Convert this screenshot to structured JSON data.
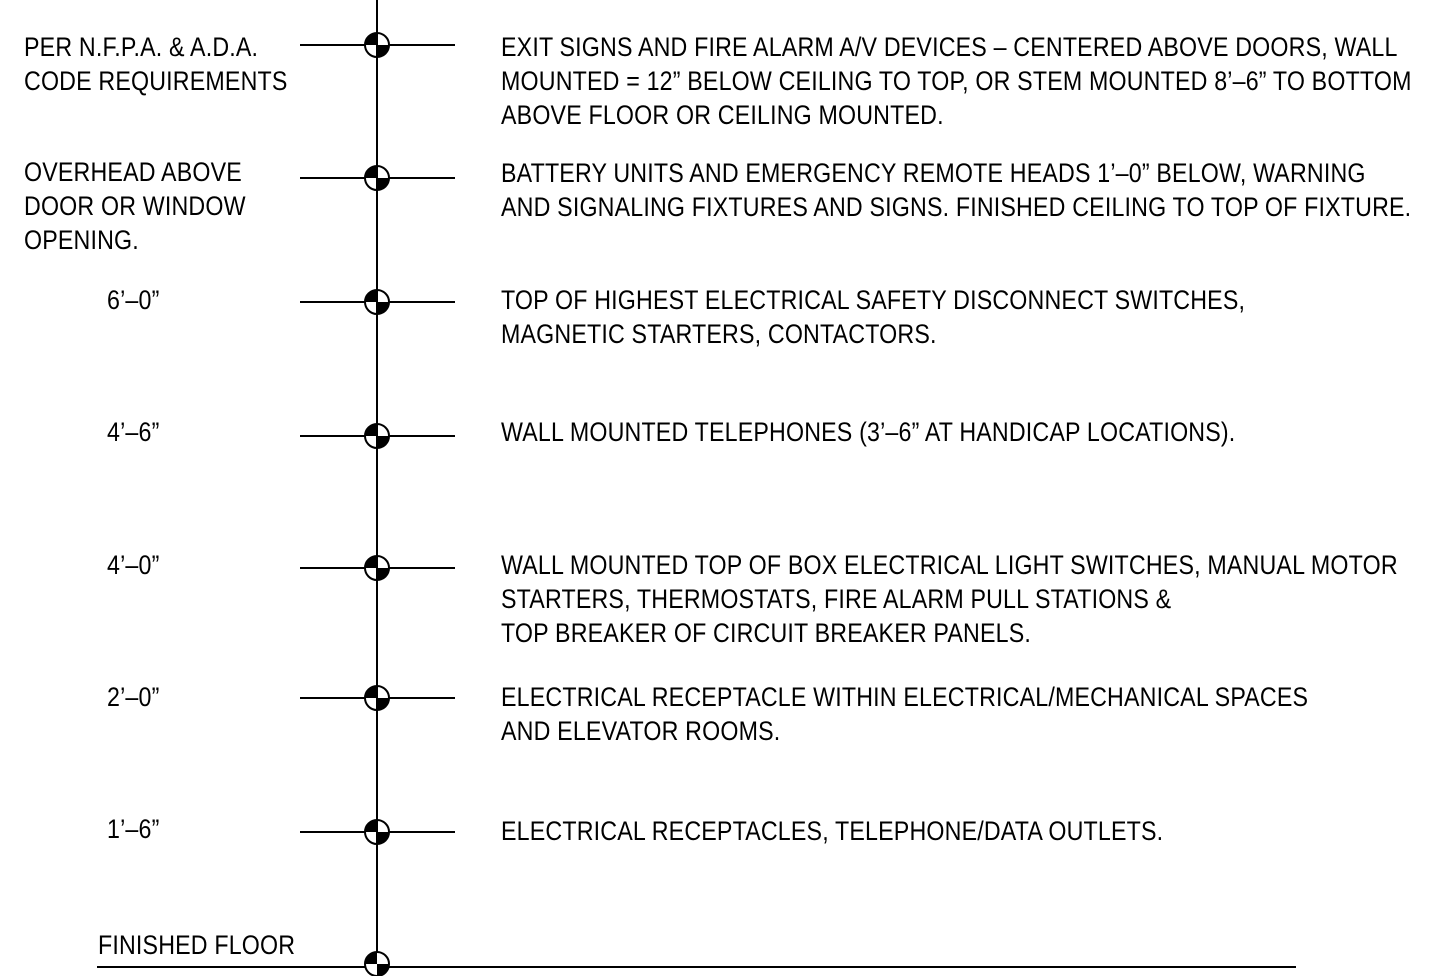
{
  "rows": [
    {
      "height_label": [
        "PER N.F.P.A. & A.D.A.",
        "CODE REQUIREMENTS"
      ],
      "description": [
        "EXIT SIGNS AND FIRE ALARM A/V DEVICES – CENTERED ABOVE DOORS, WALL",
        "MOUNTED = 12” BELOW CEILING TO TOP, OR STEM MOUNTED 8’–6” TO BOTTOM",
        "ABOVE FLOOR OR CEILING MOUNTED."
      ]
    },
    {
      "height_label": [
        "OVERHEAD ABOVE",
        "DOOR OR WINDOW",
        "OPENING."
      ],
      "description": [
        "BATTERY UNITS AND EMERGENCY REMOTE HEADS 1’–0” BELOW, WARNING",
        "AND SIGNALING FIXTURES AND SIGNS. FINISHED CEILING TO TOP OF FIXTURE."
      ]
    },
    {
      "height_label": [
        "6’–0”"
      ],
      "description": [
        "TOP OF HIGHEST ELECTRICAL SAFETY DISCONNECT SWITCHES,",
        "MAGNETIC STARTERS, CONTACTORS."
      ]
    },
    {
      "height_label": [
        "4’–6”"
      ],
      "description": [
        "WALL MOUNTED TELEPHONES (3’–6” AT HANDICAP LOCATIONS)."
      ]
    },
    {
      "height_label": [
        "4’–0”"
      ],
      "description": [
        "WALL MOUNTED TOP OF BOX ELECTRICAL LIGHT SWITCHES, MANUAL MOTOR",
        "STARTERS, THERMOSTATS, FIRE ALARM PULL STATIONS &",
        "TOP BREAKER OF CIRCUIT BREAKER PANELS."
      ]
    },
    {
      "height_label": [
        "2’–0”"
      ],
      "description": [
        "ELECTRICAL RECEPTACLE WITHIN ELECTRICAL/MECHANICAL SPACES",
        "AND ELEVATOR ROOMS."
      ]
    },
    {
      "height_label": [
        "1’–6”"
      ],
      "description": [
        "ELECTRICAL RECEPTACLES, TELEPHONE/DATA OUTLETS."
      ]
    }
  ],
  "floor_label": "FINISHED FLOOR"
}
